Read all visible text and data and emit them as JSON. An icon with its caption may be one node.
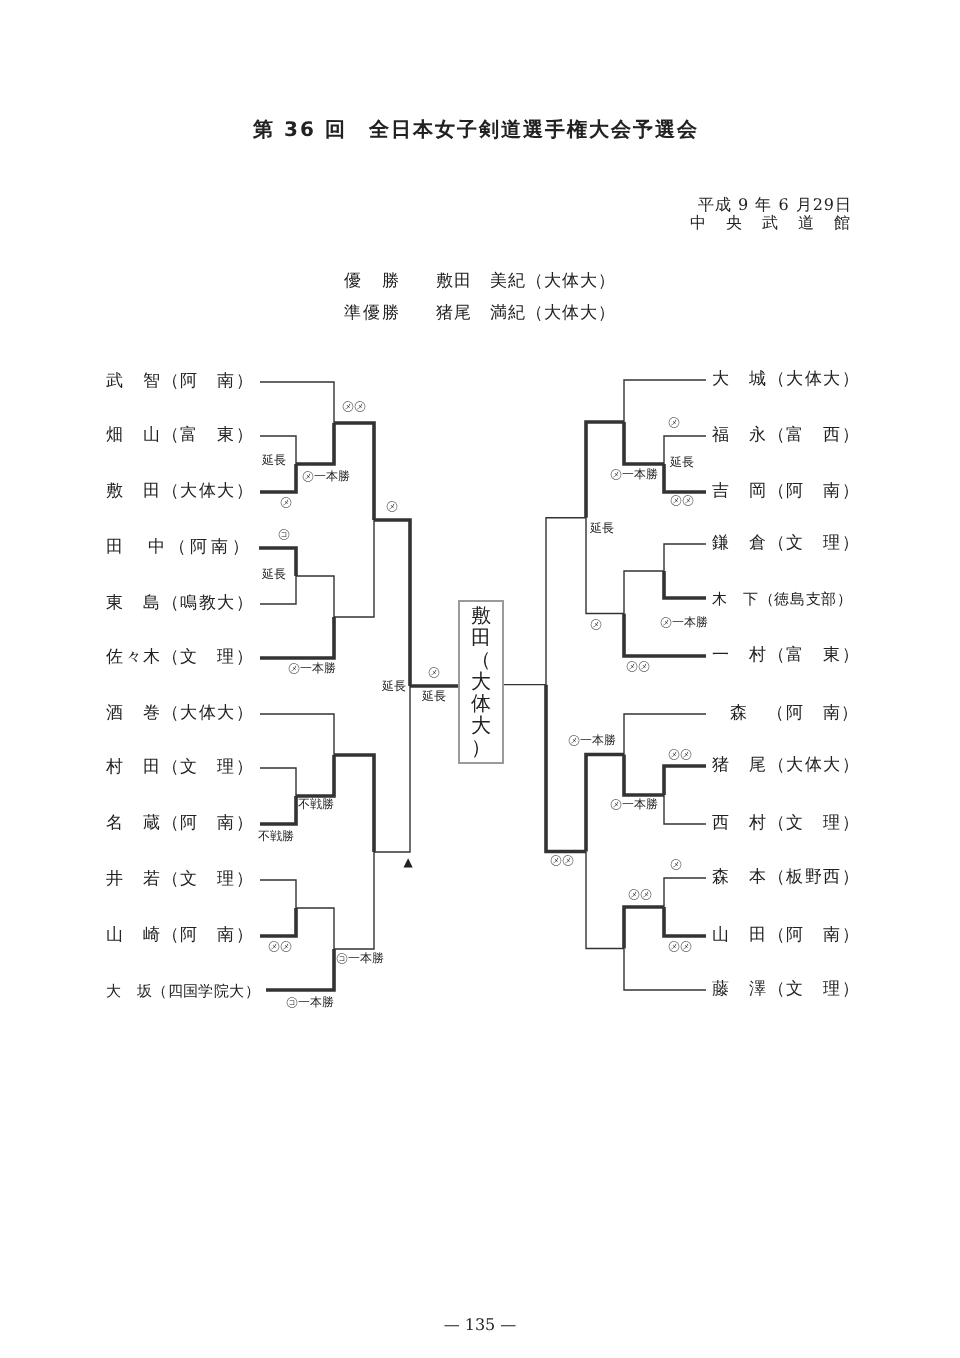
{
  "diagram": {
    "title": "第 36 回　全日本女子剣道選手権大会予選会",
    "nodes": [
      {
        "text": [
          "武　智（阿　南）"
        ]
      },
      {
        "text": [
          "畑　山（富　東）"
        ]
      },
      {
        "text": [
          "敷　田（大体大）"
        ]
      },
      {
        "text": [
          "田　中（阿南）"
        ]
      },
      {
        "text": [
          "東　島（鳴教大）"
        ]
      },
      {
        "text": [
          "佐々木（文　理）"
        ]
      },
      {
        "text": [
          "酒　巻（大体大）"
        ]
      },
      {
        "text": [
          "村　田（文　理）"
        ]
      },
      {
        "text": [
          "名　蔵（阿　南）"
        ]
      },
      {
        "text": [
          "井　若（文　理）"
        ]
      },
      {
        "text": [
          "山　崎（阿　南）"
        ]
      },
      {
        "text": [
          "大　坂（四国学院大）"
        ]
      },
      {
        "text": [
          "敷田（大体大）"
        ]
      },
      {
        "text": [
          "大　城（大体大）"
        ]
      },
      {
        "text": [
          "福　永（富　西）"
        ]
      },
      {
        "text": [
          "吉　岡（阿　南）"
        ]
      },
      {
        "text": [
          "鎌　倉（文　理）"
        ]
      },
      {
        "text": [
          "木　下（徳島支部）"
        ]
      },
      {
        "text": [
          "一　村（富　東）"
        ]
      },
      {
        "text": [
          "森　（阿　南）"
        ]
      },
      {
        "text": [
          "猪　尾（大体大）"
        ]
      },
      {
        "text": [
          "西　村（文　理）"
        ]
      },
      {
        "text": [
          "森　本（板野西）"
        ]
      },
      {
        "text": [
          "山　田（阿　南）"
        ]
      },
      {
        "text": [
          "藤　澤（文　理）"
        ]
      }
    ],
    "edges": [
      {
        "from": 0,
        "to": 12,
        "arrow": "none"
      },
      {
        "from": 1,
        "to": 12,
        "arrow": "none"
      },
      {
        "from": 2,
        "to": 12,
        "arrow": "none"
      },
      {
        "from": 3,
        "to": 12,
        "arrow": "none"
      },
      {
        "from": 4,
        "to": 12,
        "arrow": "none"
      },
      {
        "from": 5,
        "to": 12,
        "arrow": "none"
      },
      {
        "from": 6,
        "to": 12,
        "arrow": "none"
      },
      {
        "from": 7,
        "to": 12,
        "arrow": "none"
      },
      {
        "from": 8,
        "to": 12,
        "arrow": "none"
      },
      {
        "from": 9,
        "to": 12,
        "arrow": "none"
      },
      {
        "from": 10,
        "to": 12,
        "arrow": "none"
      },
      {
        "from": 11,
        "to": 12,
        "arrow": "none"
      },
      {
        "from": 13,
        "to": 12,
        "arrow": "none"
      },
      {
        "from": 14,
        "to": 12,
        "arrow": "none"
      },
      {
        "from": 15,
        "to": 12,
        "arrow": "none"
      },
      {
        "from": 16,
        "to": 12,
        "arrow": "none"
      },
      {
        "from": 17,
        "to": 12,
        "arrow": "none"
      },
      {
        "from": 18,
        "to": 12,
        "arrow": "none"
      },
      {
        "from": 19,
        "to": 12,
        "arrow": "none"
      },
      {
        "from": 20,
        "to": 12,
        "arrow": "none"
      },
      {
        "from": 21,
        "to": 12,
        "arrow": "none"
      },
      {
        "from": 22,
        "to": 12,
        "arrow": "none"
      },
      {
        "from": 23,
        "to": 12,
        "arrow": "none"
      },
      {
        "from": 24,
        "to": 12,
        "arrow": "none"
      }
    ],
    "labels": [
      "平成 9 年 6 月29日",
      "中　央　武　道　館",
      "優　勝",
      "敷田　美紀（大体大）",
      "準優勝",
      "猪尾　満紀（大体大）",
      "㋱㋱",
      "㋱",
      "延長",
      "延長",
      "㋱一本勝",
      "㋱一本勝",
      "㋱",
      "㋱",
      "㋱㋱",
      "㋙",
      "延長",
      "延長",
      "㋱",
      "㋱一本勝",
      "㋱一本勝",
      "㋱",
      "㋱㋱",
      "延長",
      "延長",
      "㋱一本勝",
      "㋱㋱",
      "不戦勝",
      "㋱一本勝",
      "不戦勝",
      "▲",
      "㋱㋱",
      "㋱",
      "㋱㋱",
      "㋱㋱",
      "㋙一本勝",
      "㋱㋱",
      "㋙一本勝",
      "— 135 —"
    ]
  }
}
